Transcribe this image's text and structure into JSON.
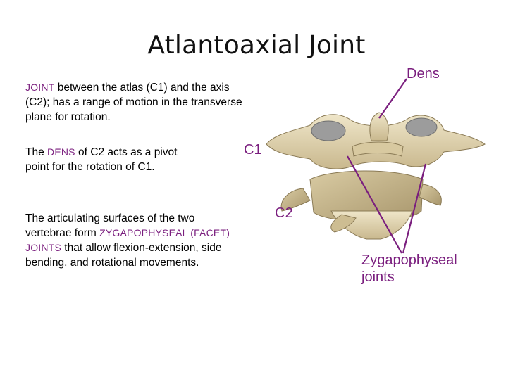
{
  "slide": {
    "title": "Atlantoaxial Joint",
    "para1": {
      "term": "JOINT",
      "rest": " between the atlas (C1) and the axis (C2); has a range of motion in the transverse plane for rotation."
    },
    "para2": {
      "lead": "The ",
      "term": "DENS",
      "rest": " of C2 acts as a pivot point for the rotation of C1."
    },
    "para3": {
      "lead": "The articulating surfaces of the two vertebrae form ",
      "term": "ZYGAPOPHYSEAL (FACET) JOINTS",
      "rest": " that allow flexion-extension, side bending, and rotational movements."
    },
    "labels": {
      "dens": "Dens",
      "c1": "C1",
      "c2": "C2",
      "zyg_line1": "Zygapophyseal",
      "zyg_line2": "joints"
    }
  },
  "colors": {
    "accent": "#7a1e7e",
    "bone": "#e2d6b4",
    "bone_shadow": "#b9a87f",
    "facet": "#9c9c9c"
  }
}
